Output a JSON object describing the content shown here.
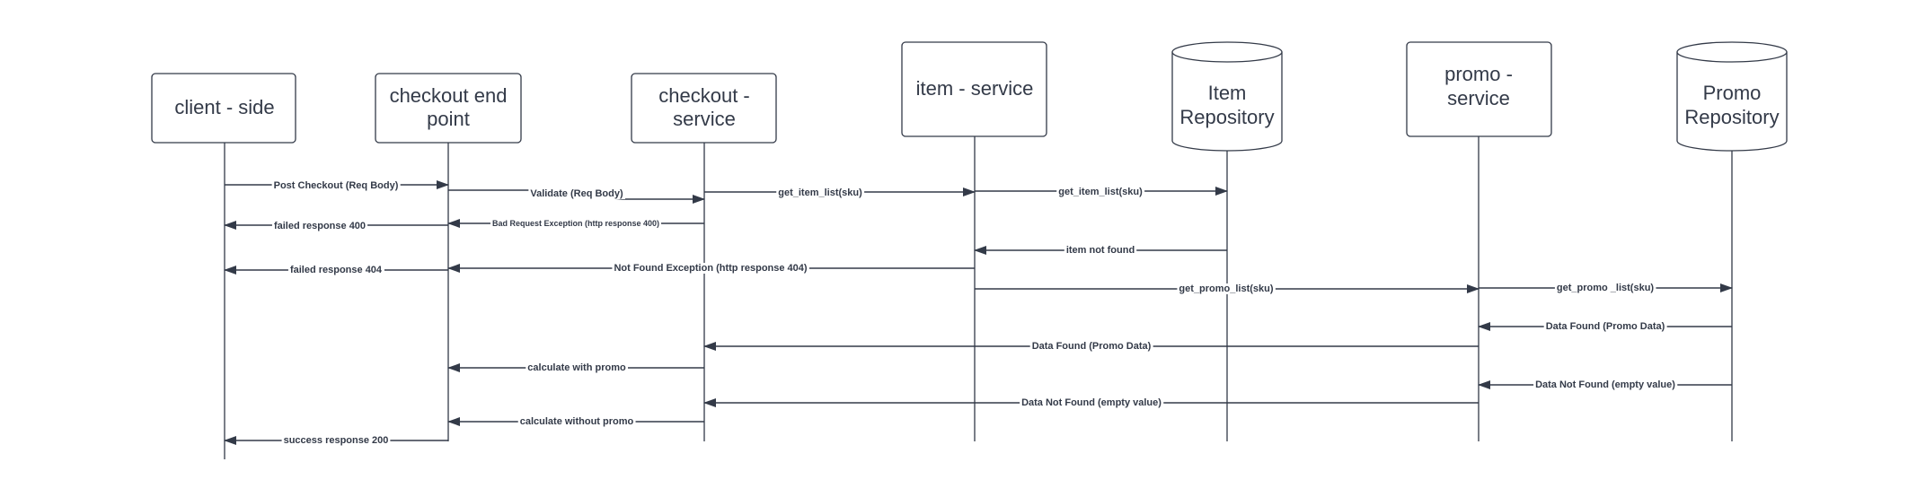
{
  "participants": [
    {
      "id": "client",
      "label": [
        "client - side"
      ],
      "shape": "box"
    },
    {
      "id": "checkout_ep",
      "label": [
        "checkout end",
        "point"
      ],
      "shape": "box"
    },
    {
      "id": "checkout_svc",
      "label": [
        "checkout -",
        "service"
      ],
      "shape": "box"
    },
    {
      "id": "item_svc",
      "label": [
        "item - service"
      ],
      "shape": "box"
    },
    {
      "id": "item_repo",
      "label": [
        "Item",
        "Repository"
      ],
      "shape": "cylinder"
    },
    {
      "id": "promo_svc",
      "label": [
        "promo -",
        "service"
      ],
      "shape": "box"
    },
    {
      "id": "promo_repo",
      "label": [
        "Promo",
        "Repository"
      ],
      "shape": "cylinder"
    }
  ],
  "messages": [
    {
      "id": "m1",
      "label": "Post Checkout (Req Body)",
      "from": "client",
      "to": "checkout_ep"
    },
    {
      "id": "m2",
      "label": "Validate (Req Body)",
      "from": "checkout_ep",
      "to": "checkout_svc"
    },
    {
      "id": "m3",
      "label": "get_item_list(sku)",
      "from": "checkout_svc",
      "to": "item_svc"
    },
    {
      "id": "m4",
      "label": "get_item_list(sku)",
      "from": "item_svc",
      "to": "item_repo"
    },
    {
      "id": "m5",
      "label": "Bad Request Exception (http response 400)",
      "from": "checkout_svc",
      "to": "checkout_ep"
    },
    {
      "id": "m6",
      "label": "failed response 400",
      "from": "checkout_ep",
      "to": "client"
    },
    {
      "id": "m7",
      "label": "item not found",
      "from": "item_repo",
      "to": "item_svc"
    },
    {
      "id": "m8",
      "label": "Not Found Exception (http response 404)",
      "from": "item_svc",
      "to": "checkout_ep"
    },
    {
      "id": "m9",
      "label": "failed response 404",
      "from": "checkout_ep",
      "to": "client"
    },
    {
      "id": "m10",
      "label": "get_promo_list(sku)",
      "from": "item_svc",
      "to": "promo_svc"
    },
    {
      "id": "m11",
      "label": "get_promo _list(sku)",
      "from": "promo_svc",
      "to": "promo_repo"
    },
    {
      "id": "m12",
      "label": "Data Found (Promo Data)",
      "from": "promo_repo",
      "to": "promo_svc"
    },
    {
      "id": "m13",
      "label": "Data Found (Promo Data)",
      "from": "promo_svc",
      "to": "checkout_svc"
    },
    {
      "id": "m14",
      "label": "calculate with promo",
      "from": "checkout_svc",
      "to": "checkout_ep"
    },
    {
      "id": "m15",
      "label": "Data Not Found (empty value)",
      "from": "promo_repo",
      "to": "promo_svc"
    },
    {
      "id": "m16",
      "label": "Data Not Found (empty value)",
      "from": "promo_svc",
      "to": "checkout_svc"
    },
    {
      "id": "m17",
      "label": "calculate without promo",
      "from": "checkout_svc",
      "to": "checkout_ep"
    },
    {
      "id": "m18",
      "label": "success response 200",
      "from": "checkout_ep",
      "to": "client"
    }
  ]
}
